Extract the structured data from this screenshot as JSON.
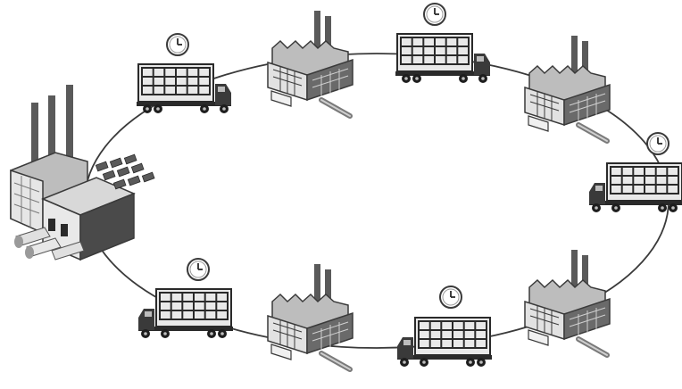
{
  "diagram": {
    "colors": {
      "line": "#3a3a3a",
      "truck_box": "#e9e9e9",
      "truck_grid": "#2a2a2a",
      "truck_cab": "#3a3a3a",
      "factory_light": "#dcdcdc",
      "factory_mid": "#a8a8a8",
      "factory_dark": "#4a4a4a",
      "chimney": "#5a5a5a",
      "clock_face": "#ffffff"
    },
    "main_factory": {
      "icon": "large-factory-icon",
      "has_cars": true,
      "has_goods": true
    },
    "trucks": [
      {
        "id": "truck-1",
        "facing": "right",
        "has_clock": true
      },
      {
        "id": "truck-2",
        "facing": "right",
        "has_clock": true
      },
      {
        "id": "truck-3",
        "facing": "left",
        "has_clock": true
      },
      {
        "id": "truck-4",
        "facing": "left",
        "has_clock": true
      },
      {
        "id": "truck-5",
        "facing": "left",
        "has_clock": true
      }
    ],
    "plants": [
      {
        "id": "plant-1",
        "icon": "factory-icon"
      },
      {
        "id": "plant-2",
        "icon": "factory-icon"
      },
      {
        "id": "plant-3",
        "icon": "factory-icon"
      },
      {
        "id": "plant-4",
        "icon": "factory-icon"
      }
    ]
  }
}
